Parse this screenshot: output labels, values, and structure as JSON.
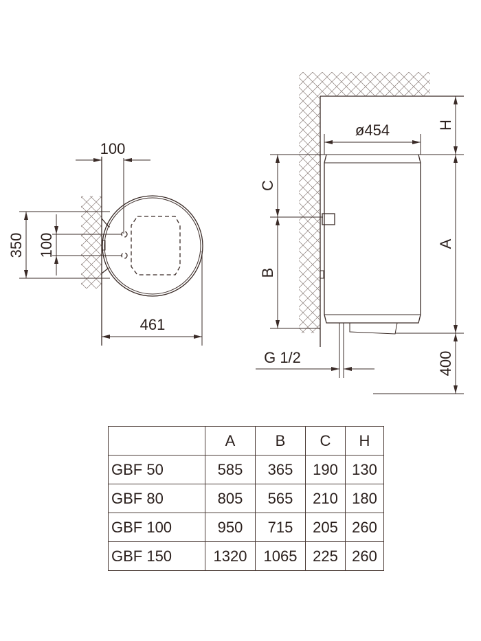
{
  "front_view": {
    "dim_offset": "100",
    "dim_height": "350",
    "dim_spacing": "100",
    "dim_width": "461"
  },
  "side_view": {
    "dim_diameter": "ø454",
    "dim_H": "H",
    "dim_A": "A",
    "dim_C": "C",
    "dim_B": "B",
    "dim_floor": "400",
    "thread": "G 1/2"
  },
  "table": {
    "headers": [
      "",
      "A",
      "B",
      "C",
      "H"
    ],
    "rows": [
      [
        "GBF 50",
        "585",
        "365",
        "190",
        "130"
      ],
      [
        "GBF 80",
        "805",
        "565",
        "210",
        "180"
      ],
      [
        "GBF 100",
        "950",
        "715",
        "205",
        "260"
      ],
      [
        "GBF 150",
        "1320",
        "1065",
        "225",
        "260"
      ]
    ]
  }
}
